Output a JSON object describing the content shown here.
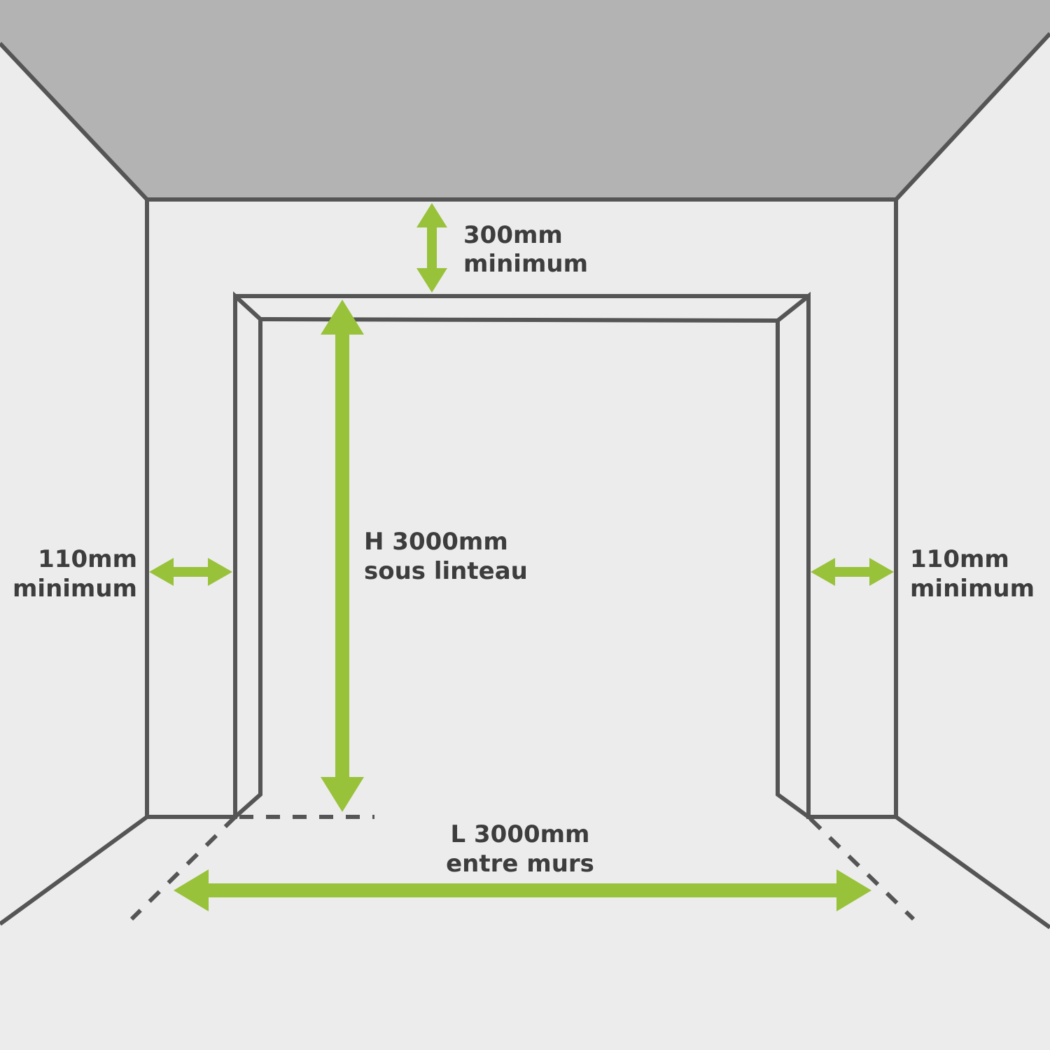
{
  "colors": {
    "ceiling": "#b3b3b3",
    "wall": "#ececec",
    "front_wall": "#dadada",
    "line": "#555555",
    "arrow": "#98c23a",
    "text": "#3d3d3d"
  },
  "labels": {
    "lintel": [
      "300mm",
      "minimum"
    ],
    "height": [
      "H 3000mm",
      "sous linteau"
    ],
    "left_side": [
      "110mm",
      "minimum"
    ],
    "right_side": [
      "110mm",
      "minimum"
    ],
    "width": [
      "L 3000mm",
      "entre murs"
    ]
  }
}
